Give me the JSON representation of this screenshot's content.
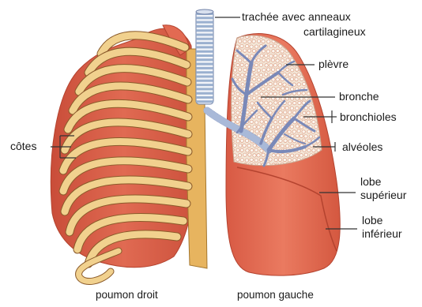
{
  "labels": {
    "trachea_line1": "trachée avec anneaux",
    "trachea_line2": "cartilagineux",
    "pleura": "plèvre",
    "bronchus": "bronche",
    "bronchioles": "bronchioles",
    "alveoli": "alvéoles",
    "upper_lobe_line1": "lobe",
    "upper_lobe_line2": "supérieur",
    "lower_lobe_line1": "lobe",
    "lower_lobe_line2": "inférieur",
    "ribs": "côtes",
    "right_lung": "poumon droit",
    "left_lung": "poumon gauche"
  },
  "colors": {
    "lung": "#e26a52",
    "lung_dark": "#c94a38",
    "rib": "#f1d18e",
    "rib_outline": "#8a5a2a",
    "sternum": "#e7b45f",
    "trachea_ring": "#9ab0cf",
    "trachea_gap": "#f2f4f8",
    "bronchial_tree": "#7a89b8",
    "alveoli_bg": "#f3e7d8"
  }
}
